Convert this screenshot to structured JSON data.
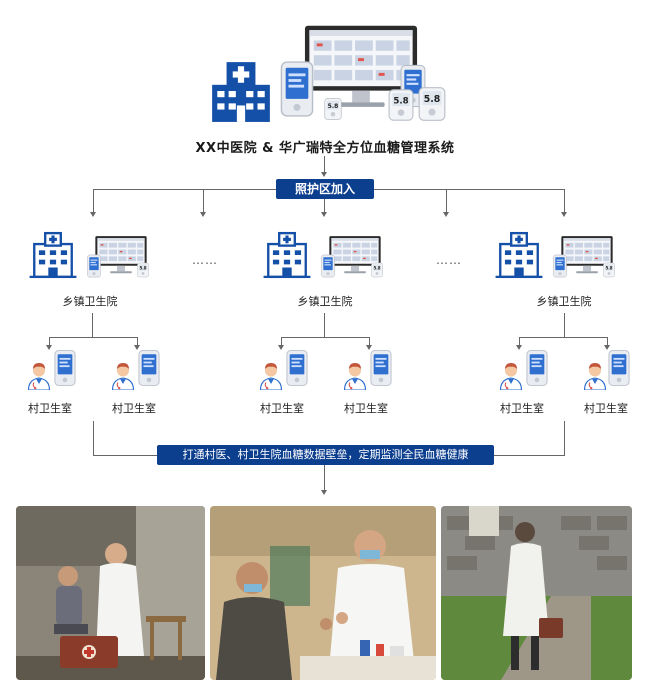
{
  "title": "XX中医院 & 华广瑞特全方位血糖管理系统",
  "join_banner": "照护区加入",
  "township_label": "乡镇卫生院",
  "village_label": "村卫生室",
  "ellipsis": "……",
  "bottom_banner": "打通村医、村卫生院血糖数据壁垒，定期监测全民血糖健康",
  "colors": {
    "brand_blue": "#0d3f8f",
    "connector": "#666666"
  },
  "icons": [
    "hospital-icon",
    "monitor-icon",
    "tablet-icon",
    "glucose-meter-icon",
    "doctor-icon"
  ]
}
